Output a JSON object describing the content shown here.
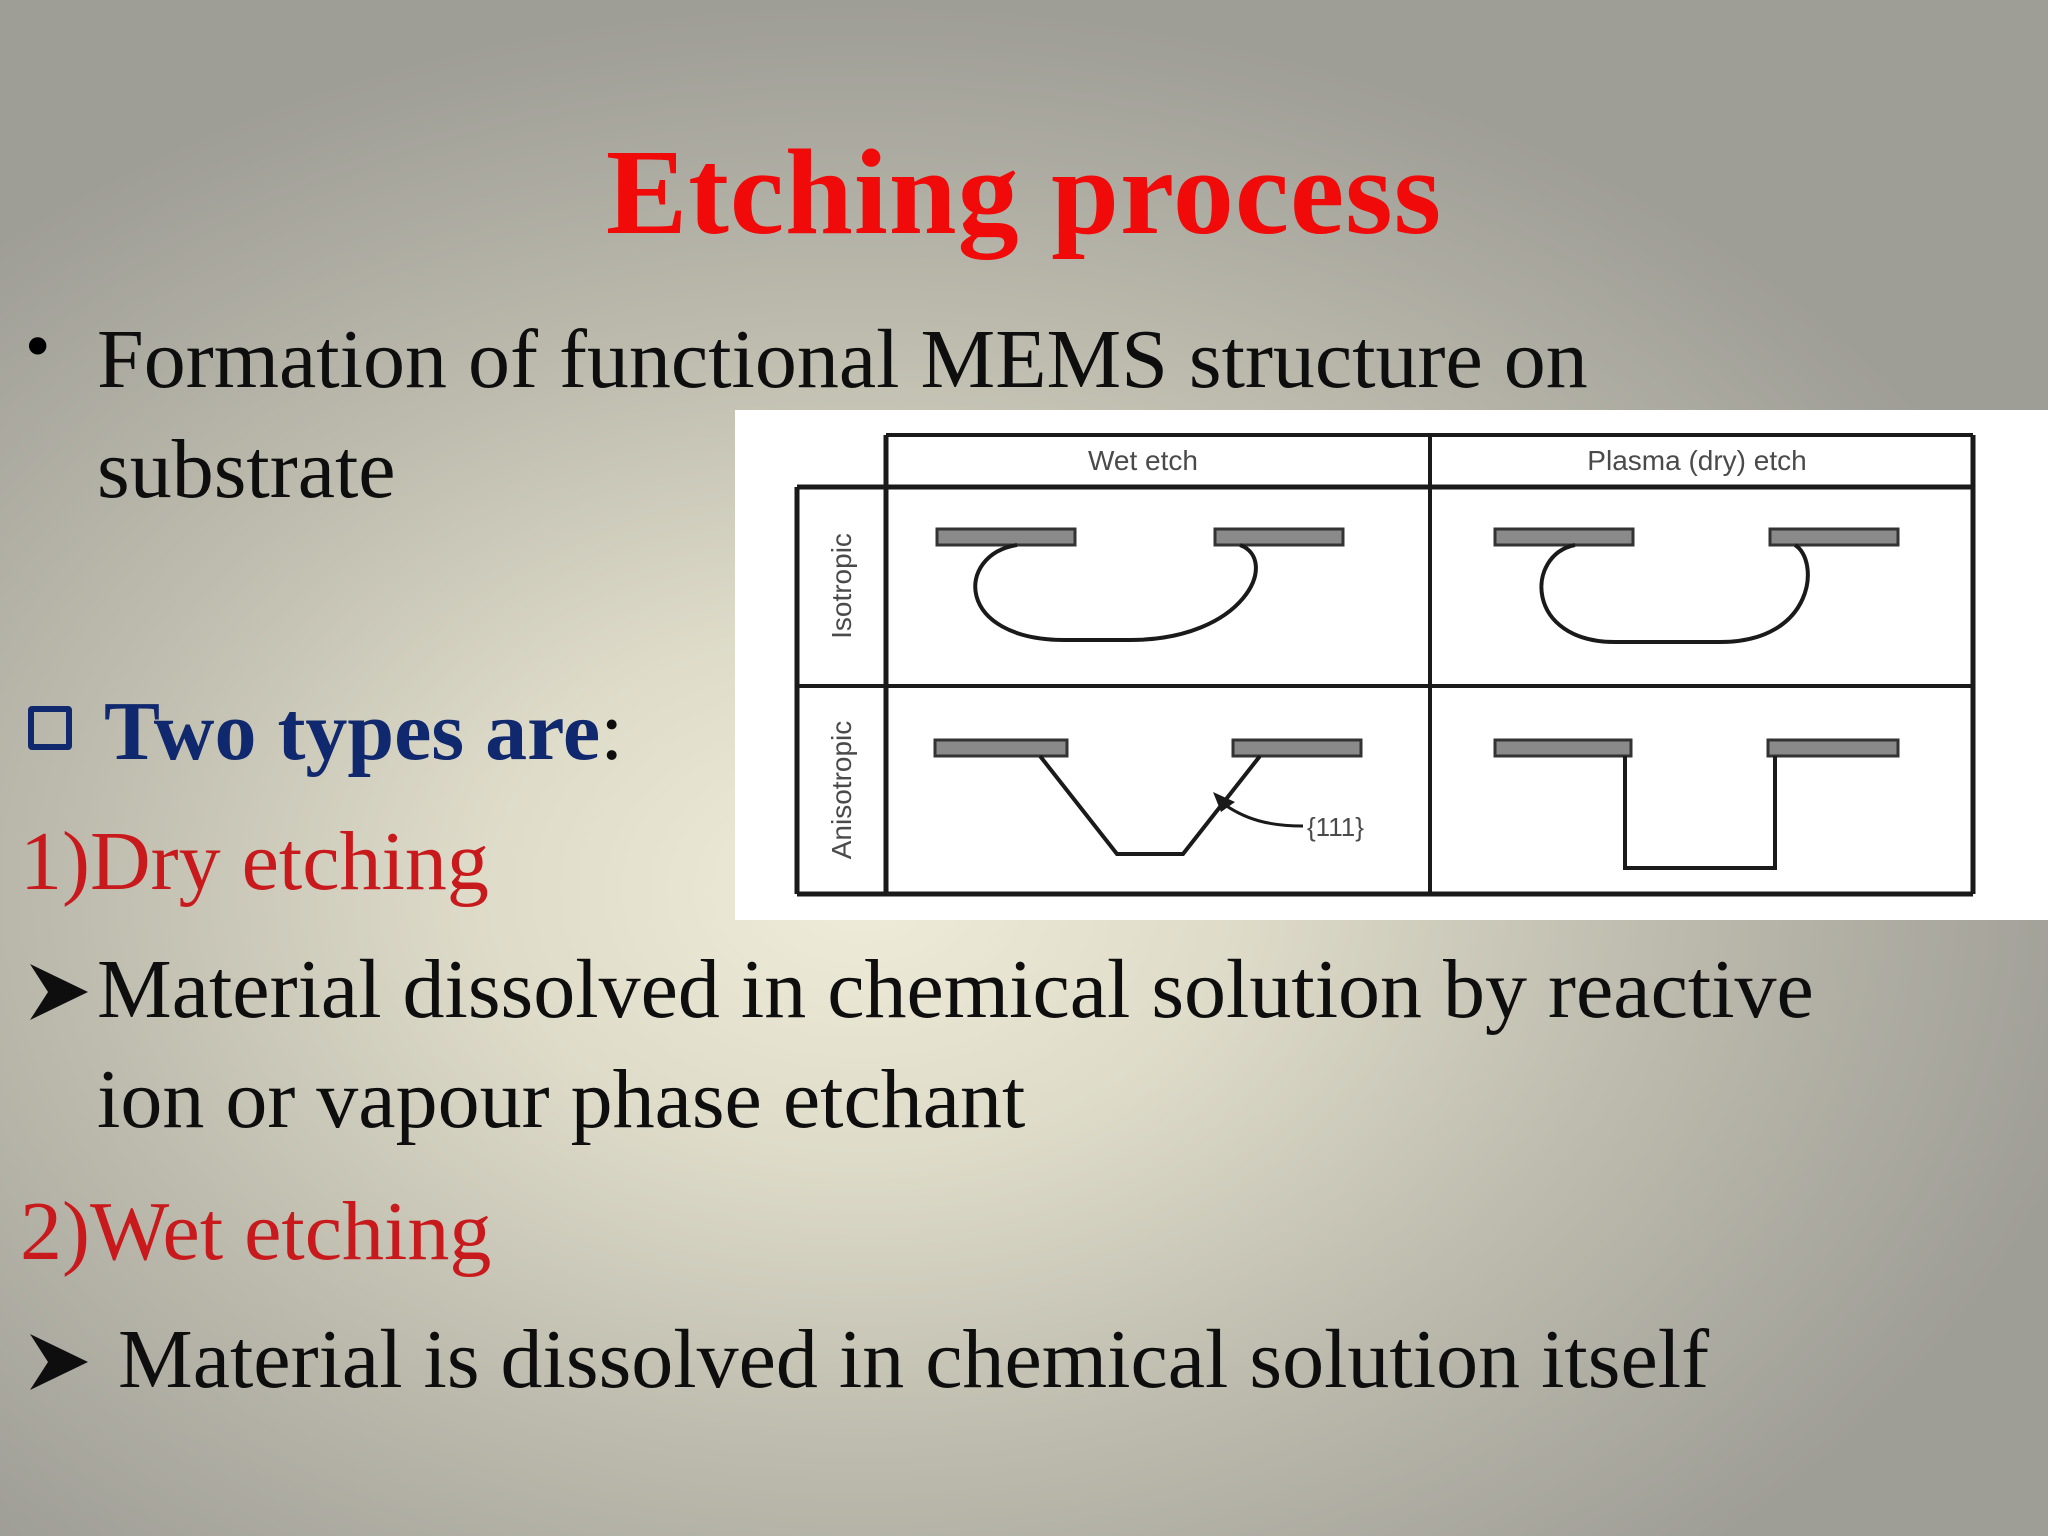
{
  "slide": {
    "title": "Etching process",
    "bullet1": {
      "line1": "Formation of functional MEMS structure on",
      "line2": "substrate"
    },
    "types_heading": {
      "bold": "Two types are",
      "colon": ":"
    },
    "dry": {
      "heading": "1)Dry etching",
      "desc_line1": "Material dissolved in chemical solution by reactive",
      "desc_line2": "ion or vapour phase etchant"
    },
    "wet": {
      "heading": "2)Wet etching",
      "desc_line1": " Material is dissolved in chemical solution itself"
    },
    "colors": {
      "title": "#f00a0a",
      "subheading_red": "#c8191c",
      "subheading_blue": "#10286e"
    }
  },
  "diagram": {
    "col_headers": [
      "Wet etch",
      "Plasma (dry) etch"
    ],
    "row_headers": [
      "Isotropic",
      "Anisotropic"
    ],
    "annotation": "{111}"
  }
}
